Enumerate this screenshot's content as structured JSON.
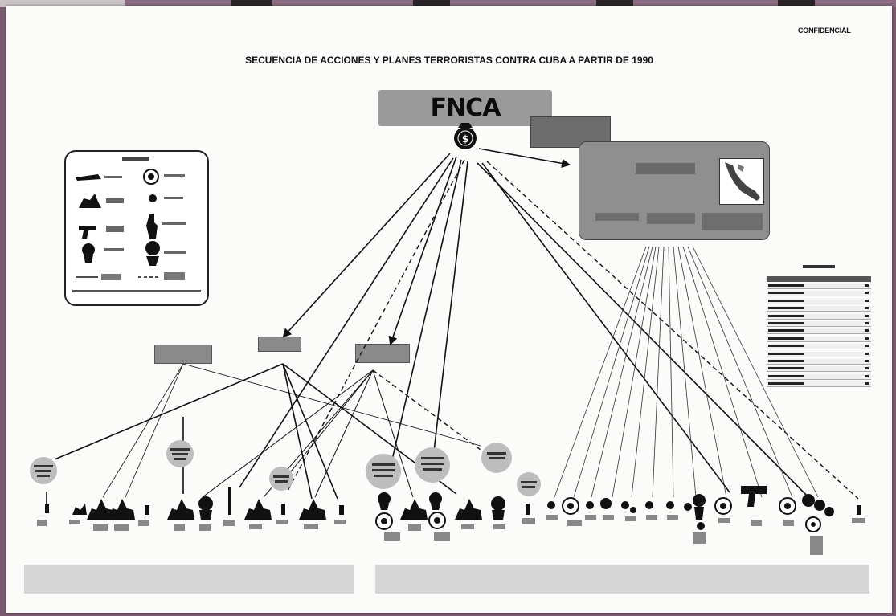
{
  "document": {
    "confidential_label": "CONFIDENCIAL",
    "title": "SECUENCIA DE ACCIONES Y PLANES TERRORISTAS CONTRA CUBA A PARTIR DE 1990"
  },
  "top_node": {
    "label": "FNCA",
    "money_icon": "money-bag-icon"
  },
  "colors": {
    "page_background": "#7a5a70",
    "sheet": "#fbfbfa",
    "box_fill": "#8a8a8a",
    "ink": "#111111",
    "stage_band": "#d6d6d6"
  },
  "icon_kinds": [
    "person-head-icon",
    "dynamite-icon",
    "explosion-icon",
    "pistol-icon",
    "boat-icon",
    "soldier-icon",
    "money-bag-icon",
    "bomb-target-icon"
  ]
}
